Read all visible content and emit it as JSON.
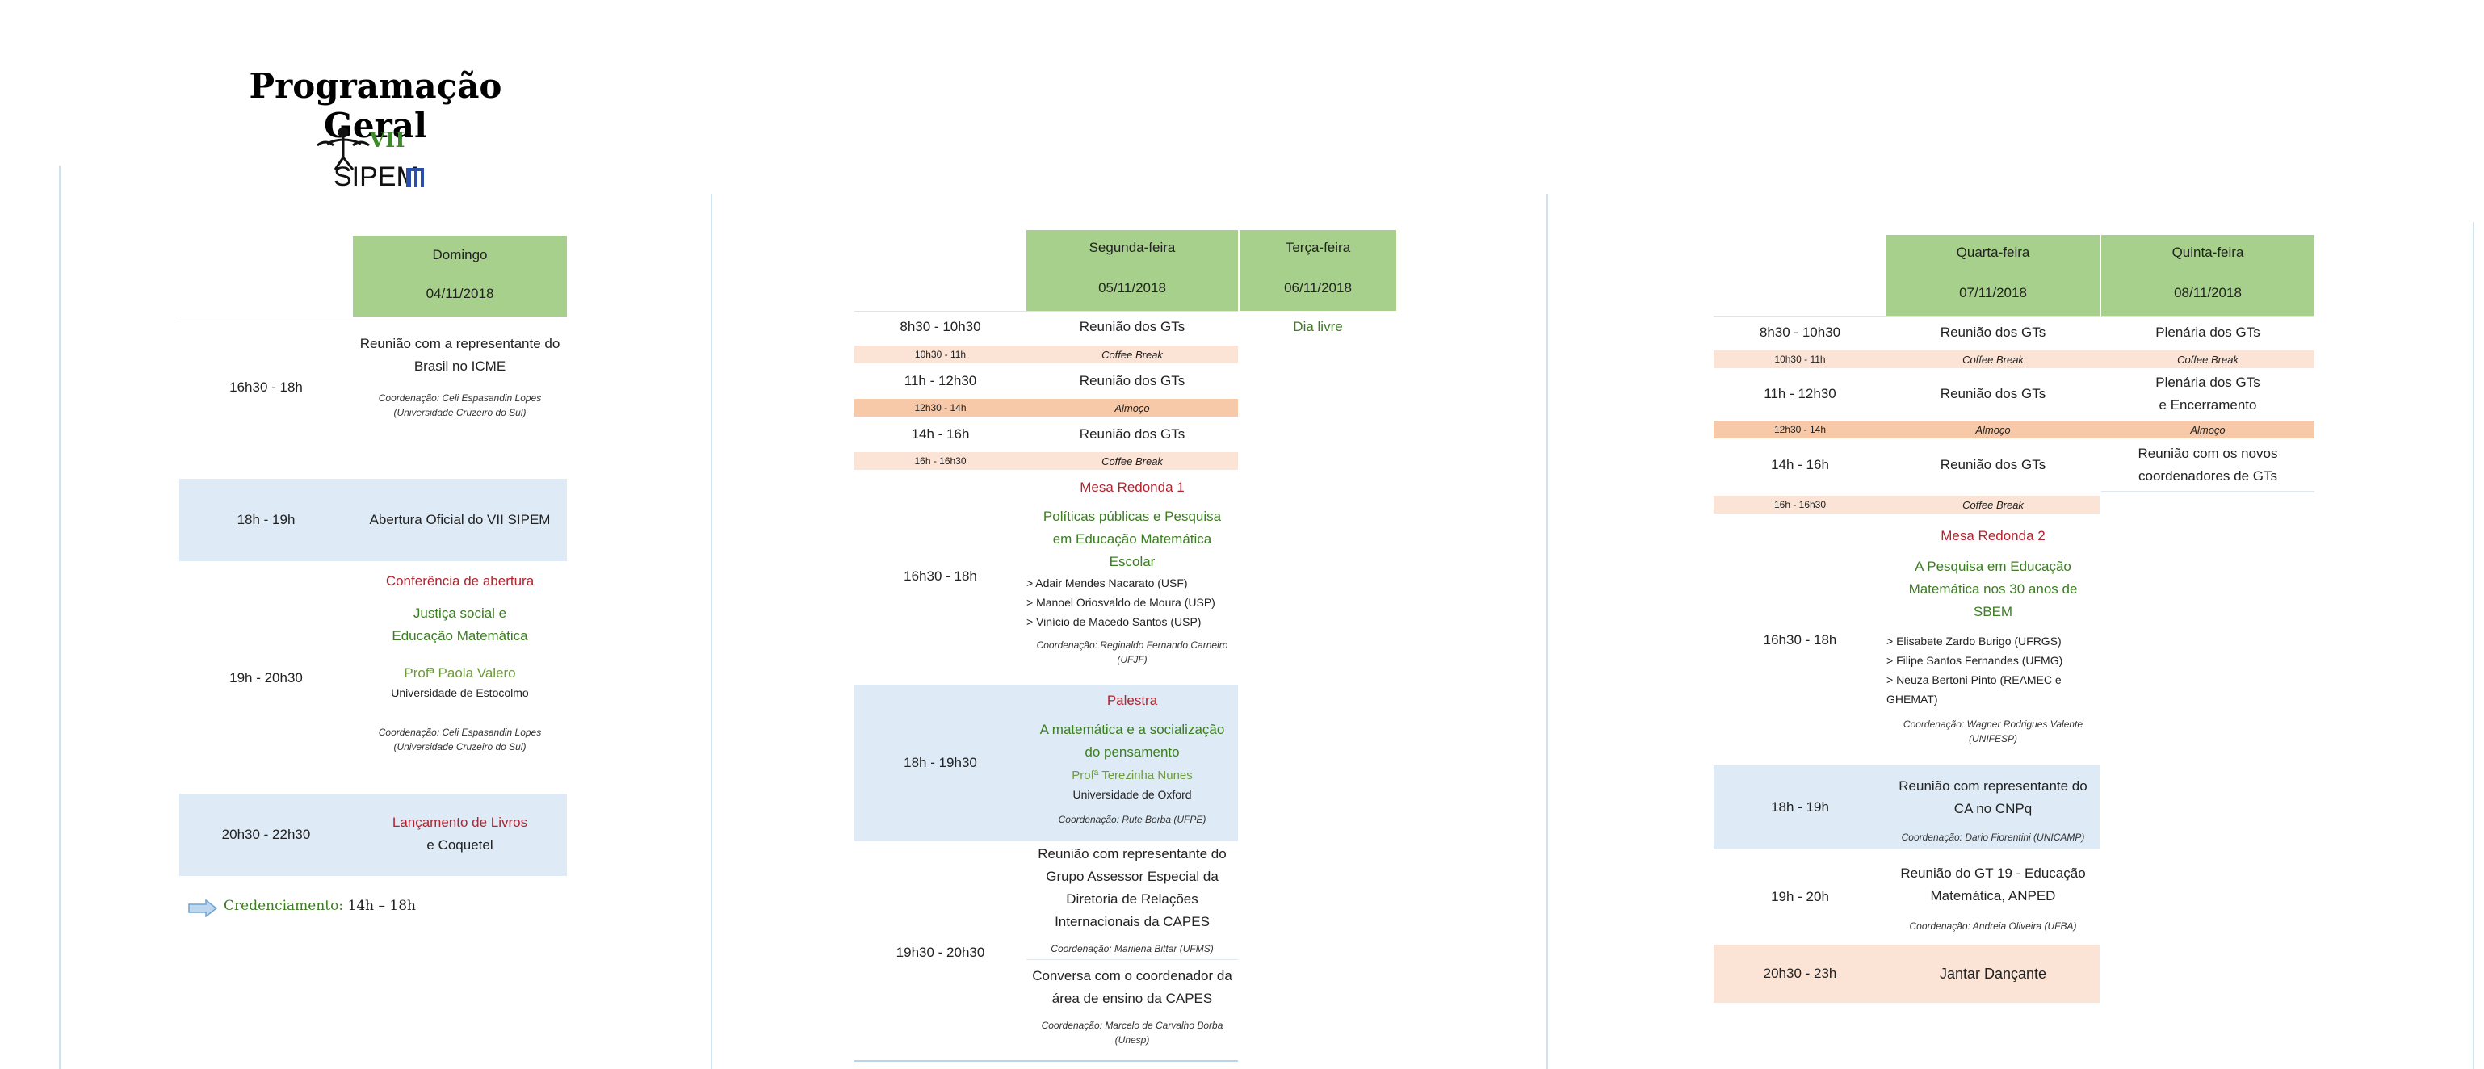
{
  "title": "Programação Geral",
  "logo_text": "SIPEM",
  "logo_roman": "VII",
  "col1": {
    "day": "Domingo",
    "date": "04/11/2018",
    "rows": [
      {
        "time": "16h30 - 18h",
        "line1": "Reunião com a representante do",
        "line2": "Brasil no ICME",
        "coord1": "Coordenação: Celi Espasandin Lopes",
        "coord2": "(Universidade Cruzeiro do Sul)"
      },
      {
        "time": "18h - 19h",
        "text": "Abertura Oficial do VII SIPEM"
      },
      {
        "time": "19h - 20h30",
        "heading": "Conferência de abertura",
        "t1": "Justiça social e",
        "t2": "Educação Matemática",
        "speaker": "Profª Paola Valero",
        "inst": "Universidade de Estocolmo",
        "coord1": "Coordenação: Celi Espasandin Lopes",
        "coord2": "(Universidade Cruzeiro do Sul)"
      },
      {
        "time": "20h30 - 22h30",
        "heading": "Lançamento de Livros",
        "text": "e Coquetel"
      }
    ],
    "credenciamento_label": "Credenciamento:",
    "credenciamento_time": "14h – 18h"
  },
  "col2": {
    "day1": "Segunda-feira",
    "date1": "05/11/2018",
    "day2": "Terça-feira",
    "date2": "06/11/2018",
    "dia_livre": "Dia livre",
    "r1": {
      "time": "8h30 - 10h30",
      "text": "Reunião dos GTs"
    },
    "r2": {
      "time": "10h30 - 11h",
      "text": "Coffee Break"
    },
    "r3": {
      "time": "11h - 12h30",
      "text": "Reunião dos GTs"
    },
    "r4": {
      "time": "12h30 - 14h",
      "text": "Almoço"
    },
    "r5": {
      "time": "14h - 16h",
      "text": "Reunião dos GTs"
    },
    "r6": {
      "time": "16h - 16h30",
      "text": "Coffee Break"
    },
    "r7": {
      "time": "16h30 - 18h",
      "heading": "Mesa Redonda 1",
      "t1": "Políticas públicas e Pesquisa",
      "t2": "em Educação Matemática",
      "t3": "Escolar",
      "p1": "> Adair Mendes Nacarato (USF)",
      "p2": "> Manoel Oriosvaldo de Moura (USP)",
      "p3": "> Vinício de Macedo Santos (USP)",
      "coord1": "Coordenação: Reginaldo Fernando Carneiro",
      "coord2": "(UFJF)"
    },
    "r8": {
      "time": "18h - 19h30",
      "heading": "Palestra",
      "t1": "A matemática e a socialização",
      "t2": "do pensamento",
      "speaker": "Profª Terezinha Nunes",
      "inst": "Universidade de Oxford",
      "coord": "Coordenação: Rute Borba (UFPE)"
    },
    "r9": {
      "time": "19h30 - 20h30",
      "a1": "Reunião com representante do",
      "a2": "Grupo Assessor Especial da",
      "a3": "Diretoria de Relações",
      "a4": "Internacionais da CAPES",
      "acoord": "Coordenação: Marilena Bittar (UFMS)",
      "b1": "Conversa com o coordenador da",
      "b2": "área de ensino da CAPES",
      "bcoord1": "Coordenação: Marcelo de Carvalho Borba",
      "bcoord2": "(Unesp)"
    }
  },
  "col3": {
    "day1": "Quarta-feira",
    "date1": "07/11/2018",
    "day2": "Quinta-feira",
    "date2": "08/11/2018",
    "r1": {
      "time": "8h30 - 10h30",
      "a": "Reunião dos GTs",
      "b": "Plenária dos GTs"
    },
    "r2": {
      "time": "10h30 - 11h",
      "a": "Coffee Break",
      "b": "Coffee Break"
    },
    "r3": {
      "time": "11h - 12h30",
      "a": "Reunião dos GTs",
      "b1": "Plenária dos GTs",
      "b2": "e Encerramento"
    },
    "r4": {
      "time": "12h30 - 14h",
      "a": "Almoço",
      "b": "Almoço"
    },
    "r5": {
      "time": "14h - 16h",
      "a": "Reunião dos GTs",
      "b1": "Reunião com os novos",
      "b2": "coordenadores de GTs"
    },
    "r6": {
      "time": "16h - 16h30",
      "a": "Coffee Break"
    },
    "r7": {
      "time": "16h30 - 18h",
      "heading": "Mesa Redonda 2",
      "t1": "A Pesquisa em Educação",
      "t2": "Matemática nos 30 anos de",
      "t3": "SBEM",
      "p1": "> Elisabete Zardo Burigo (UFRGS)",
      "p2": "> Filipe Santos Fernandes (UFMG)",
      "p3": "> Neuza Bertoni Pinto (REAMEC e",
      "p4": "GHEMAT)",
      "coord1": "Coordenação: Wagner Rodrigues Valente",
      "coord2": "(UNIFESP)"
    },
    "r8": {
      "time": "18h - 19h",
      "t1": "Reunião com representante do",
      "t2": "CA no CNPq",
      "coord": "Coordenação: Dario Fiorentini (UNICAMP)"
    },
    "r9": {
      "time": "19h - 20h",
      "t1": "Reunião do GT 19 - Educação",
      "t2": "Matemática, ANPED",
      "coord": "Coordenação: Andreia Oliveira (UFBA)"
    },
    "r10": {
      "time": "20h30 - 23h",
      "text": "Jantar Dançante"
    }
  },
  "colors": {
    "header": "#a8d08d",
    "blue": "#deebf6",
    "peach": "#fbe4d6",
    "peach_dark": "#f7c9a8",
    "red": "#b3232e",
    "green": "#3c7d22"
  }
}
